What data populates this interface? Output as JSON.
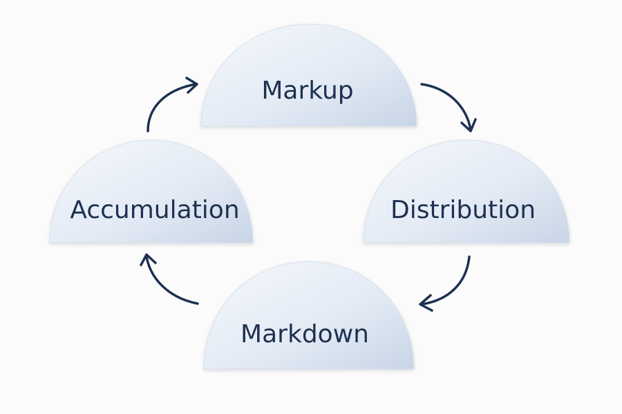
{
  "diagram": {
    "stages": [
      {
        "id": "markup",
        "label": "Markup"
      },
      {
        "id": "distribution",
        "label": "Distribution"
      },
      {
        "id": "markdown",
        "label": "Markdown"
      },
      {
        "id": "accumulation",
        "label": "Accumulation"
      }
    ],
    "colors": {
      "text": "#1d3150",
      "arrow": "#1d3150",
      "dome_light": "#f3f6fb",
      "dome_dark": "#c9d6e7",
      "background": "#fbfbfb"
    }
  }
}
